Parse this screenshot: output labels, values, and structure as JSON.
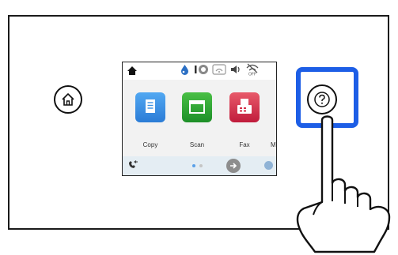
{
  "screen": {
    "apps": [
      {
        "label": "Copy",
        "icon": "copy-icon",
        "color": "#3a90e0"
      },
      {
        "label": "Scan",
        "icon": "scan-icon",
        "color": "#2e9e33"
      },
      {
        "label": "Fax",
        "icon": "fax-icon",
        "color": "#d4304a"
      }
    ],
    "next_app_partial_label": "M",
    "status_icons": [
      "ink-drop-icon",
      "info-icon",
      "wifi-direct-icon",
      "sound-icon",
      "wifi-off-icon"
    ],
    "page_indicator": {
      "pages": 2,
      "current": 1
    }
  },
  "panel_buttons": {
    "home_icon": "home-icon",
    "help_icon": "help-icon",
    "highlight_color": "#1d5ee6"
  }
}
